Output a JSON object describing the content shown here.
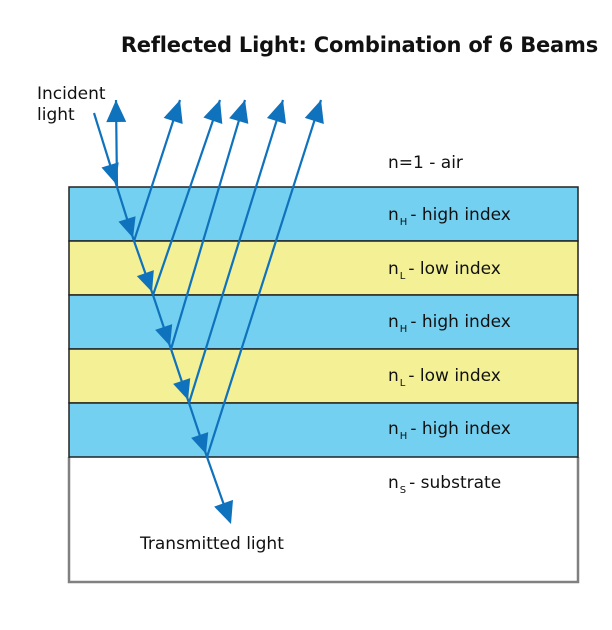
{
  "title": "Reflected Light: Combination of 6 Beams",
  "incident_label_line1": "Incident",
  "incident_label_line2": "light",
  "transmitted_label": "Transmitted light",
  "colors": {
    "high_index": "#74d0f1",
    "low_index": "#f3f096",
    "beam": "#0f72bd",
    "border": "#222222",
    "frame": "#808080"
  },
  "ambient": {
    "symbol": "n=1",
    "description": "- air"
  },
  "layers": [
    {
      "type": "high",
      "symbol": "n",
      "subscript": "H",
      "description": "- high index"
    },
    {
      "type": "low",
      "symbol": "n",
      "subscript": "L",
      "description": "- low index"
    },
    {
      "type": "high",
      "symbol": "n",
      "subscript": "H",
      "description": "- high index"
    },
    {
      "type": "low",
      "symbol": "n",
      "subscript": "L",
      "description": "- low index"
    },
    {
      "type": "high",
      "symbol": "n",
      "subscript": "H",
      "description": "- high index"
    }
  ],
  "substrate": {
    "symbol": "n",
    "subscript": "S",
    "description": "- substrate"
  },
  "reflected_beam_count": 6
}
